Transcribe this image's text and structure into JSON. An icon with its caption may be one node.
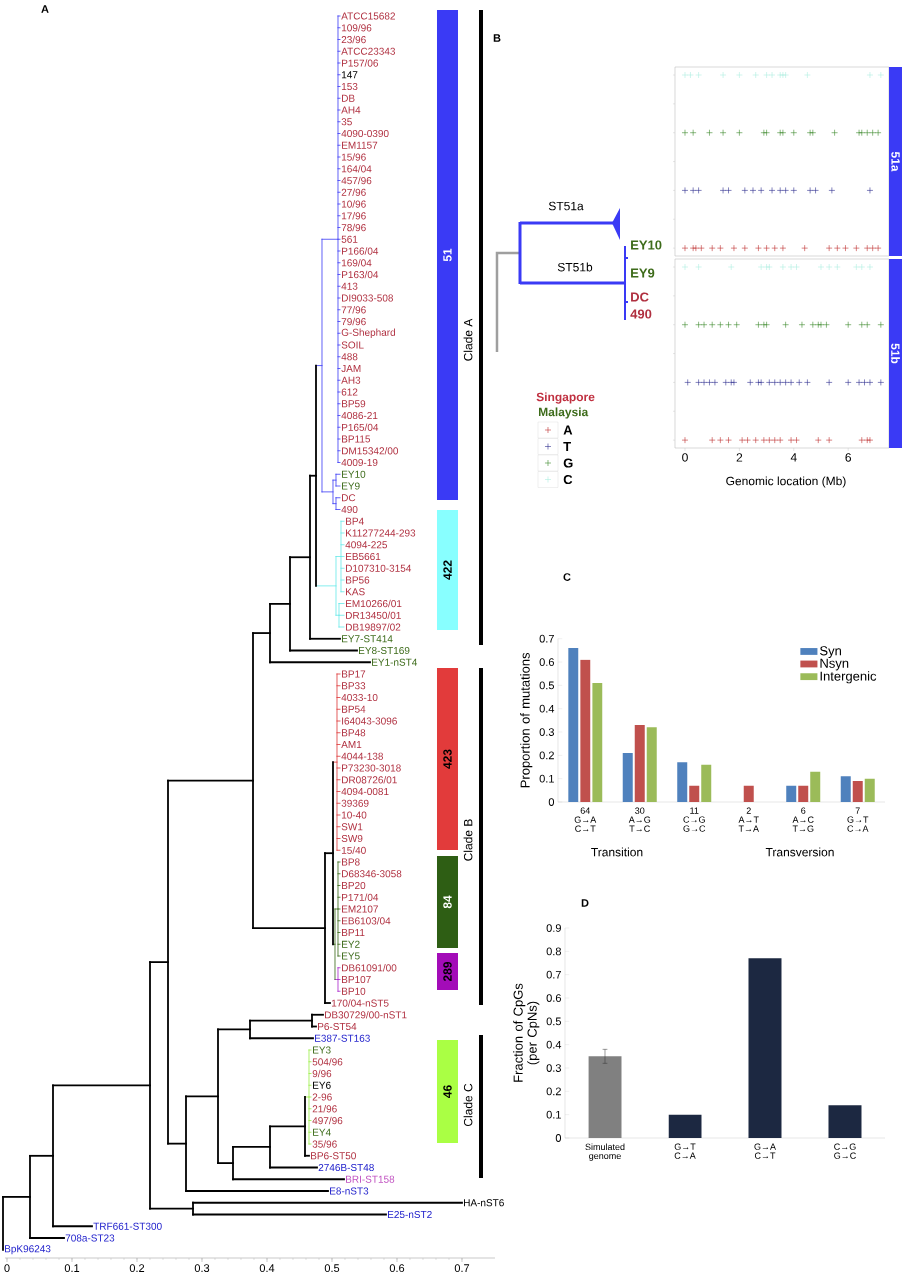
{
  "diagram": {
    "nodes": [
      {
        "text": [
          "51"
        ]
      },
      {
        "text": [
          "422"
        ]
      },
      {
        "text": [
          "423"
        ]
      },
      {
        "text": [
          "84"
        ]
      },
      {
        "text": [
          "289"
        ]
      },
      {
        "text": [
          "46"
        ]
      },
      {
        "text": [
          "Clade A"
        ]
      },
      {
        "text": [
          "Clade B"
        ]
      },
      {
        "text": [
          "Clade C"
        ]
      }
    ],
    "labels": [
      "A",
      "ATCC15682",
      "109/96",
      "23/96",
      "ATCC23343",
      "P157/06",
      "147",
      "153",
      "DB",
      "AH4",
      "35",
      "4090-0390",
      "EM1157",
      "15/96",
      "164/04",
      "457/96",
      "27/96",
      "10/96",
      "17/96",
      "78/96",
      "561",
      "P166/04",
      "169/04",
      "P163/04",
      "413",
      "DI9033-508",
      "77/96",
      "79/96",
      "G-Shephard",
      "SOIL",
      "488",
      "JAM",
      "AH3",
      "612",
      "BP59",
      "4086-21",
      "P165/04",
      "BP115",
      "DM15342/00",
      "4009-19",
      "EY10",
      "EY9",
      "DC",
      "490",
      "BP4",
      "K11277244-293",
      "4094-225",
      "EB5661",
      "D107310-3154",
      "BP56",
      "KAS",
      "EM10266/01",
      "DR13450/01",
      "DB19897/02",
      "EY7-ST414",
      "EY8-ST169",
      "EY1-nST4",
      "BP17",
      "BP33",
      "4033-10",
      "BP54",
      "I64043-3096",
      "BP48",
      "AM1",
      "4044-138",
      "P73230-3018",
      "DR08726/01",
      "4094-0081",
      "39369",
      "10-40",
      "SW1",
      "SW9",
      "15/40",
      "BP8",
      "D68346-3058",
      "BP20",
      "P171/04",
      "EM2107",
      "EB6103/04",
      "BP11",
      "EY2",
      "EY5",
      "DB61091/00",
      "BP107",
      "BP10",
      "170/04-nST5",
      "DB30729/00-nST1",
      "P6-ST54",
      "E387-ST163",
      "EY3",
      "504/96",
      "9/96",
      "EY6",
      "2-96",
      "21/96",
      "497/96",
      "EY4",
      "35/96",
      "BP6-ST50",
      "2746B-ST48",
      "BRI-ST158",
      "E8-nST3",
      "HA-nST6",
      "E25-nST2",
      "TRF661-ST300",
      "708a-ST23",
      "BpK96243",
      "0",
      "0.1",
      "0.2",
      "0.3",
      "0.4",
      "0.5",
      "0.6",
      "0.7",
      "B",
      "ST51a",
      "ST51b",
      "EY10",
      "EY9",
      "DC",
      "490",
      "Singapore",
      "Malaysia",
      "51a",
      "51b",
      "0",
      "2",
      "4",
      "6",
      "Genomic location (Mb)",
      "C",
      "Transition",
      "Transversion",
      "D"
    ],
    "legend": [
      {
        "text": "A"
      },
      {
        "text": "T"
      },
      {
        "text": "G"
      },
      {
        "text": "C"
      }
    ],
    "chart_data": [
      {
        "type": "bar",
        "ylabel": "Proportion of mutations",
        "categories": [
          "64 G→A C→T",
          "30 A→G T→C",
          "11 C→G G→C",
          "2 A→T T→A",
          "6 A→C T→G",
          "7 G→T C→A"
        ],
        "series": [
          {
            "name": "Syn",
            "color": "#4f81bd",
            "values": [
              0.66,
              0.21,
              0.17,
              null,
              0.07,
              0.11
            ]
          },
          {
            "name": "Nsyn",
            "color": "#c0504d",
            "values": [
              0.61,
              0.33,
              0.07,
              0.07,
              0.07,
              0.09
            ]
          },
          {
            "name": "Intergenic",
            "color": "#9bbb59",
            "values": [
              0.51,
              0.32,
              0.16,
              null,
              0.13,
              0.1
            ]
          }
        ],
        "ylim": [
          0,
          0.7
        ],
        "yticks": [
          0,
          0.1,
          0.2,
          0.3,
          0.4,
          0.5,
          0.6,
          0.7
        ],
        "legend": "upper right"
      },
      {
        "type": "bar",
        "ylabel": "Fraction of CpGs (per CpNs)",
        "categories": [
          "Simulated genome",
          "G→T C→A",
          "G→A C→T",
          "C→G G→C"
        ],
        "series": [
          {
            "color": "#808080",
            "values": [
              0.35,
              null,
              null,
              null
            ],
            "errors": [
              0.03,
              null,
              null,
              null
            ]
          },
          {
            "color": "#1c2841",
            "values": [
              null,
              0.1,
              0.77,
              0.14
            ]
          }
        ],
        "ylim": [
          0,
          0.9
        ],
        "yticks": [
          0,
          0.1,
          0.2,
          0.3,
          0.4,
          0.5,
          0.6,
          0.7,
          0.8,
          0.9
        ]
      }
    ]
  }
}
